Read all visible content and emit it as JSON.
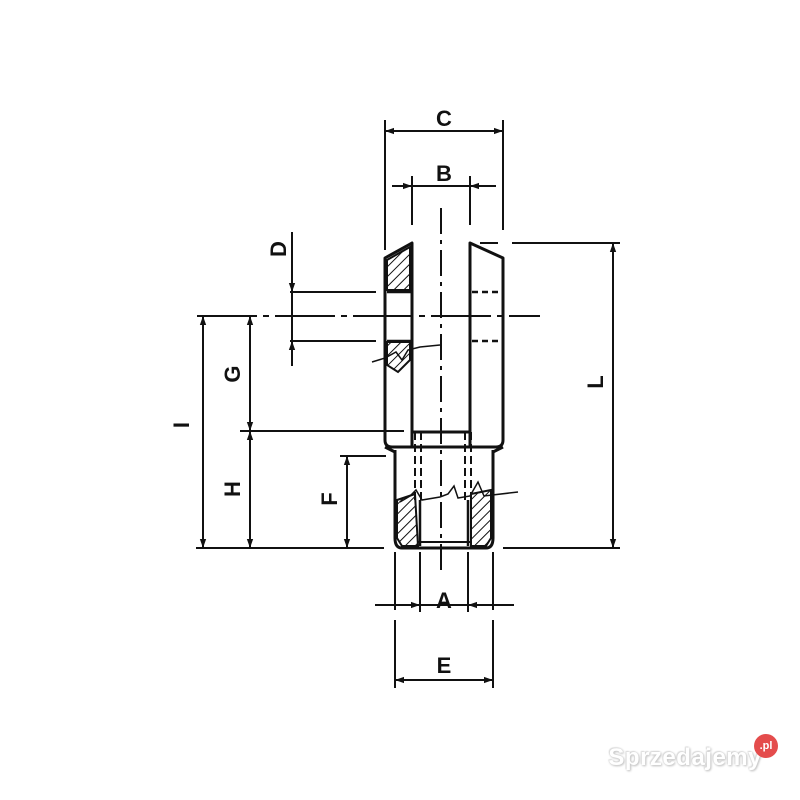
{
  "diagram": {
    "type": "technical-drawing",
    "subject": "clevis fork with threaded shank",
    "dimension_labels": {
      "A": "A",
      "B": "B",
      "C": "C",
      "D": "D",
      "E": "E",
      "F": "F",
      "G": "G",
      "H": "H",
      "I": "I",
      "L": "L"
    },
    "colors": {
      "line": "#111111",
      "background": "#ffffff",
      "watermark_badge": "#e44c4c"
    }
  },
  "watermark": {
    "text": "Sprzedajemy",
    "badge": ".pl"
  }
}
